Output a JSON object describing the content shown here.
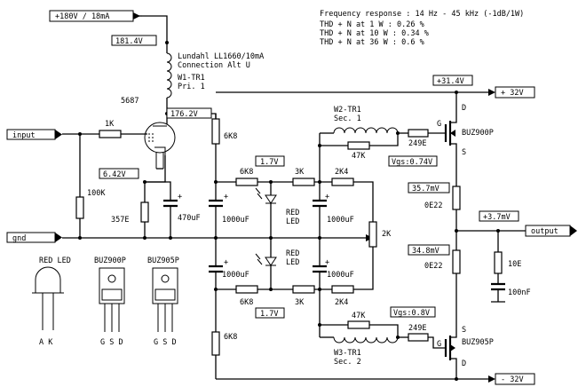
{
  "specs": {
    "line1": "Frequency response : 14 Hz - 45 kHz (-1dB/1W)",
    "line2": "THD + N at 1 W : 0.26 %",
    "line3": "THD + N at 10 W : 0.34 %",
    "line4": "THD + N at 36 W : 0.6 %"
  },
  "rails": {
    "hv": "+180V / 18mA",
    "hv_tap": "181.4V",
    "plus_meas": "+31.4V",
    "plus_rail": "+ 32V",
    "minus_rail": "- 32V",
    "out_dc": "+3.7mV"
  },
  "ports": {
    "input": "input",
    "gnd": "gnd",
    "output": "output"
  },
  "transformer": {
    "model": "Lundahl LL1660/10mA",
    "conn": "Connection Alt U",
    "w1": "W1-TR1",
    "pri": "Pri. 1",
    "w2": "W2-TR1",
    "sec1": "Sec. 1",
    "w3": "W3-TR1",
    "sec2": "Sec. 2"
  },
  "tube": {
    "name": "5687",
    "plate_v": "176.2V",
    "cathode_v": "6.42V"
  },
  "components": {
    "r_grid": "1K",
    "r_gleak": "100K",
    "r_cath": "357E",
    "c_cath": "470uF",
    "r_6k8_top": "6K8",
    "r_6k8_mid": "6K8",
    "r_6k8_bot": "6K8",
    "r_6k8_low": "6K8",
    "c_1000_a": "1000uF",
    "c_1000_b": "1000uF",
    "c_1000_c": "1000uF",
    "c_1000_d": "1000uF",
    "r_3k_top": "3K",
    "r_3k_bot": "3K",
    "r_2k4_top": "2K4",
    "r_2k4_bot": "2K4",
    "pot": "2K",
    "r_47k_top": "47K",
    "r_47k_bot": "47K",
    "r_249_top": "249E",
    "r_249_bot": "249E",
    "led_top": "RED\nLED",
    "led_bot": "RED\nLED",
    "r_0e22_top": "0E22",
    "r_0e22_bot": "0E22",
    "r_10e": "10E",
    "c_100n": "100nF"
  },
  "measurements": {
    "led_top_v": "1.7V",
    "led_bot_v": "1.7V",
    "vgs_top": "Vgs:0.74V",
    "vgs_bot": "Vgs:0.8V",
    "src_top": "35.7mV",
    "src_bot": "34.8mV"
  },
  "mosfets": {
    "top": "BUZ900P",
    "bot": "BUZ905P",
    "g": "G",
    "d": "D",
    "s": "S"
  },
  "pinouts": {
    "led_title": "RED LED",
    "led_pins": "A    K",
    "p900_title": "BUZ900P",
    "p905_title": "BUZ905P",
    "gsd": "G S D"
  }
}
